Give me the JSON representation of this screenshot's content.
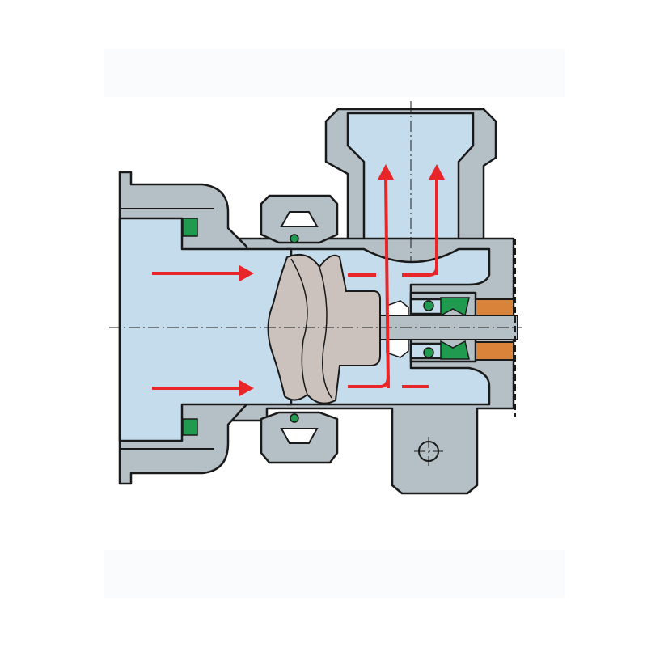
{
  "diagram": {
    "subject": "centrifugal-pump-cross-section",
    "colors": {
      "casing": "#b5c0c6",
      "fluid": "#c5dcec",
      "impeller": "#cbc1bd",
      "seal": "#1f9a4e",
      "bearing": "#d9823a",
      "flow_arrow": "#e8262a"
    },
    "icons": [
      "flow-arrow",
      "impeller",
      "shaft",
      "mechanical-seal",
      "o-ring",
      "mounting-hole"
    ]
  }
}
